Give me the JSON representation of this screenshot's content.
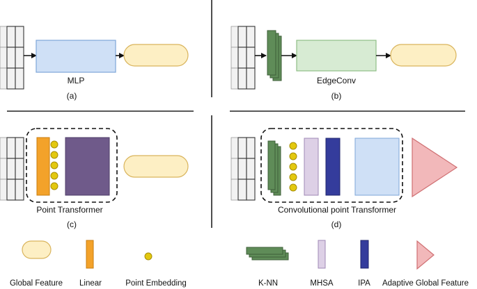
{
  "panels": {
    "a": {
      "block_label": "MLP",
      "caption": "(a)"
    },
    "b": {
      "block_label": "EdgeConv",
      "caption": "(b)"
    },
    "c": {
      "block_label": "Point Transformer",
      "caption": "(c)"
    },
    "d": {
      "block_label": "Convolutional point Transformer",
      "caption": "(d)"
    }
  },
  "legend": {
    "global_feature": "Global Feature",
    "linear": "Linear",
    "point_embedding": "Point Embedding",
    "knn": "K-NN",
    "mhsa": "MHSA",
    "ipa": "IPA",
    "adaptive_global_feature": "Adaptive Global Feature"
  },
  "colors": {
    "input_grid_fill": "#f2f2f2",
    "input_grid_stroke": "#333333",
    "mlp_fill": "#cfe0f6",
    "mlp_stroke": "#7ea6d8",
    "edgeconv_fill": "#d7ebd3",
    "edgeconv_stroke": "#8fbf87",
    "global_feature_fill": "#fdefc4",
    "global_feature_stroke": "#d9b45c",
    "linear_fill": "#f3a22a",
    "linear_stroke": "#c97d10",
    "point_embedding_fill": "#e3c80f",
    "point_embedding_stroke": "#a68e08",
    "transformer_fill": "#6f5a8a",
    "transformer_stroke": "#4f3d68",
    "knn_fill": "#5f8c58",
    "knn_stroke": "#3c5e37",
    "mhsa_fill": "#ddd0e6",
    "mhsa_stroke": "#9f88b5",
    "ipa_fill": "#343c9c",
    "ipa_stroke": "#1f266d",
    "ipa_out_fill": "#cfe0f6",
    "adaptive_fill": "#f2b8ba",
    "adaptive_stroke": "#cf6f72",
    "divider": "#222222"
  }
}
